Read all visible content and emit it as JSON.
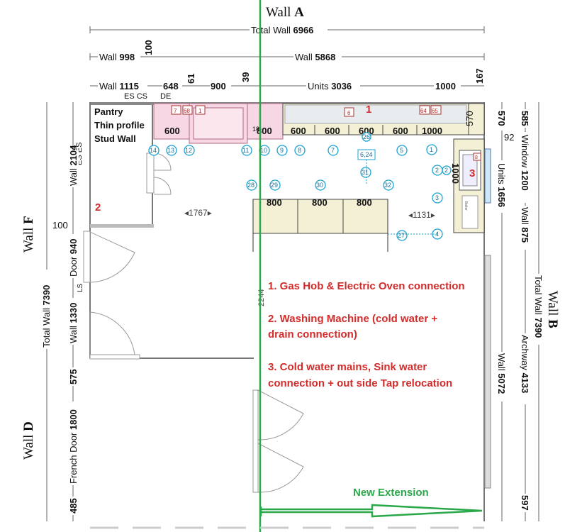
{
  "walls": {
    "a": {
      "prefix": "Wall ",
      "letter": "A"
    },
    "b": {
      "prefix": "Wall ",
      "letter": "B"
    },
    "d": {
      "prefix": "Wall ",
      "letter": "D"
    },
    "f": {
      "prefix": "Wall ",
      "letter": "F"
    }
  },
  "top_dims": {
    "total": {
      "prefix": "Total Wall ",
      "value": "6966"
    },
    "wall_998": {
      "prefix": "Wall ",
      "value": "998"
    },
    "v100": "100",
    "wall_5868": {
      "prefix": "Wall ",
      "value": "5868"
    },
    "wall_1115": {
      "prefix": "Wall ",
      "value": "1115"
    },
    "d648": "648",
    "d61": "61",
    "d900": "900",
    "d39": "39",
    "units": {
      "prefix": "Units ",
      "value": "3036"
    },
    "d1000": "1000",
    "d167": "167",
    "es_cs": "ES CS",
    "de": "DE"
  },
  "left_dims": {
    "wall_2104": {
      "prefix": "Wall ",
      "value": "2104"
    },
    "es_es": "ES ES",
    "d100": "100",
    "door_940": {
      "prefix": "Door ",
      "value": "940"
    },
    "ls": "LS",
    "wall_1330": {
      "prefix": "Wall ",
      "value": "1330"
    },
    "total_7390": {
      "prefix": "Total Wall ",
      "value": "7390"
    },
    "d575": "575",
    "french_door": {
      "prefix": "French Door ",
      "value": "1800"
    },
    "d485": "485"
  },
  "right_dims": {
    "d570_a": "570",
    "d570_b": "570",
    "d585": "585",
    "d92": "92",
    "window": {
      "prefix": "Window ",
      "value": "1200"
    },
    "units_1656": {
      "prefix": "Units ",
      "value": "1656"
    },
    "wall_875": {
      "prefix": "Wall ",
      "value": "875"
    },
    "total_7390": {
      "prefix": "Total Wall ",
      "value": "7390"
    },
    "archway": {
      "prefix": "Archway ",
      "value": "4133"
    },
    "wall_5072": {
      "prefix": "Wall ",
      "value": "5072"
    },
    "d597": "597",
    "d1000_v": "1000"
  },
  "pantry": {
    "line1": "Pantry",
    "line2": "Thin profile",
    "line3": "Stud Wall"
  },
  "units_top": {
    "u600a": "600",
    "u18": "18",
    "u800": "800",
    "u600b": "600",
    "u600c": "600",
    "u600d": "600",
    "u600e": "600",
    "u1000": "1000"
  },
  "appliance_codes": {
    "c7": "7",
    "c68": "68",
    "c1": "1",
    "c6": "6",
    "c64": "64",
    "c65": "65",
    "c8": "8",
    "c624": "6,24",
    "boil": "Boiler"
  },
  "island": {
    "u1": "800",
    "u2": "800",
    "u3": "800",
    "gap": "1131",
    "width": "1767",
    "depth": "2244"
  },
  "markers": {
    "m14": "14",
    "m13": "13",
    "m12": "12",
    "m11": "11",
    "m10": "10",
    "m9": "9",
    "m8": "8",
    "m7": "7",
    "m26": "26",
    "m5": "5",
    "m1": "1",
    "m2": "2",
    "m2b": "2",
    "m3": "3",
    "m4": "4",
    "m28": "28",
    "m29": "29",
    "m30": "30",
    "m31": "31",
    "m32": "32",
    "m27": "27"
  },
  "numbers": {
    "n1": "1",
    "n2": "2",
    "n3": "3"
  },
  "notes": {
    "n1": "1. Gas Hob & Electric Oven connection",
    "n2a": "2. Washing Machine (cold water +",
    "n2b": "drain connection)",
    "n3a": "3. Cold water mains, Sink water",
    "n3b": "connection + out side Tap relocation"
  },
  "extension": "New Extension",
  "colors": {
    "accent_red": "#d22b2b",
    "extension_green": "#2aa84a",
    "marker_blue": "#1aa3d0"
  }
}
